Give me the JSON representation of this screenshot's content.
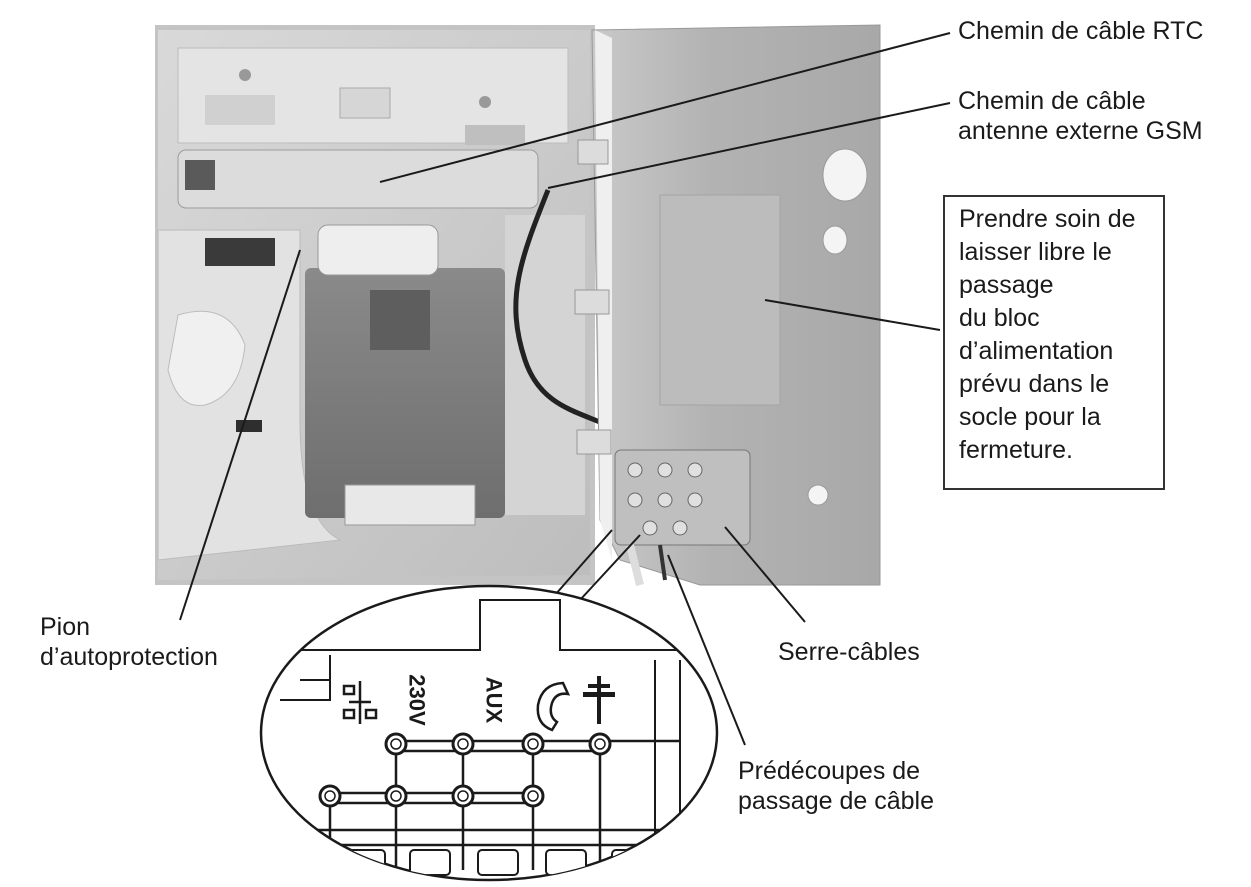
{
  "annotations": {
    "chemin_rtc": [
      "Chemin de câble RTC"
    ],
    "chemin_gsm": [
      "Chemin de câble",
      "antenne externe GSM"
    ],
    "note_box": [
      "Prendre soin de",
      "laisser libre le",
      "passage",
      "du bloc",
      "d’alimentation",
      "prévu dans le",
      "socle pour la",
      "fermeture."
    ],
    "pion": [
      "Pion",
      "d’autoprotection"
    ],
    "serre_cables": [
      "Serre-câbles"
    ],
    "predecoupes": [
      "Prédécoupes de",
      "passage de câble"
    ]
  },
  "zoom_labels": {
    "voltage": "230V",
    "aux": "AUX"
  },
  "icons": [
    "network-icon",
    "phone-handset-icon",
    "antenna-icon"
  ]
}
